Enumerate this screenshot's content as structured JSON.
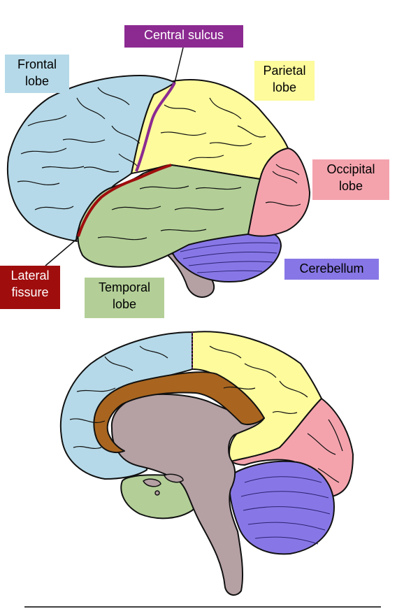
{
  "labels": {
    "central_sulcus": "Central sulcus",
    "frontal": [
      "Frontal",
      "lobe"
    ],
    "parietal": [
      "Parietal",
      "lobe"
    ],
    "occipital": [
      "Occipital",
      "lobe"
    ],
    "cerebellum": "Cerebellum",
    "lateral_fissure": [
      "Lateral",
      "fissure"
    ],
    "temporal": [
      "Temporal",
      "lobe"
    ]
  },
  "colors": {
    "frontal": "#b5d9e8",
    "parietal": "#fdfb9c",
    "occipital": "#f4a3ad",
    "temporal": "#b3cf97",
    "cerebellum": "#8777e6",
    "brainstem": "#b5a0a4",
    "corpus_callosum": "#a9651f",
    "central_sulcus": "#8c2a91",
    "lateral_fissure": "#a00d0d",
    "outline": "#111111"
  }
}
